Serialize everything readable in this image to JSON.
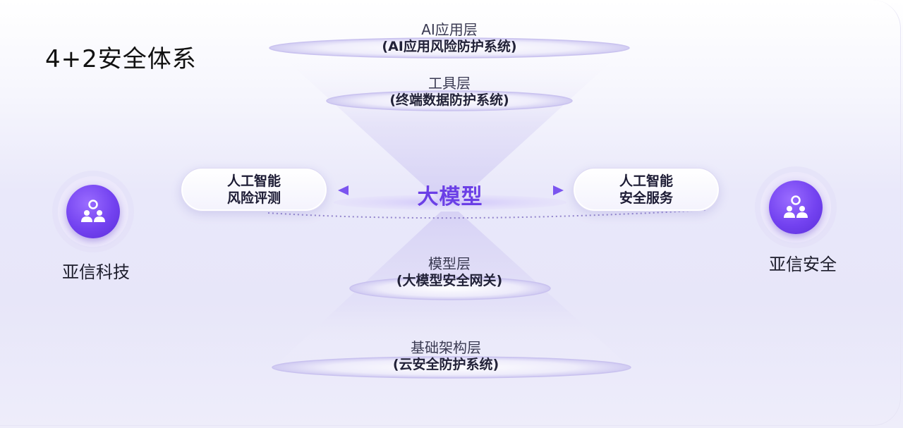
{
  "title": "4+2安全体系",
  "layers": {
    "ai_app": {
      "name": "AI应用层",
      "system": "(AI应用风险防护系统)"
    },
    "tool": {
      "name": "工具层",
      "system": "(终端数据防护系统)"
    },
    "model": {
      "name": "模型层",
      "system": "(大模型安全网关)"
    },
    "infra": {
      "name": "基础架构层",
      "system": "(云安全防护系统)"
    }
  },
  "center": {
    "label": "大模型"
  },
  "left_pill": {
    "line1": "人工智能",
    "line2": "风险评测"
  },
  "right_pill": {
    "line1": "人工智能",
    "line2": "安全服务"
  },
  "left_entity": {
    "label": "亚信科技",
    "icon": "team-icon"
  },
  "right_entity": {
    "label": "亚信安全",
    "icon": "team-icon"
  },
  "colors": {
    "accent": "#6b3fe6",
    "disc": "#d9d4f6",
    "pill_border": "#ddd9f3"
  }
}
